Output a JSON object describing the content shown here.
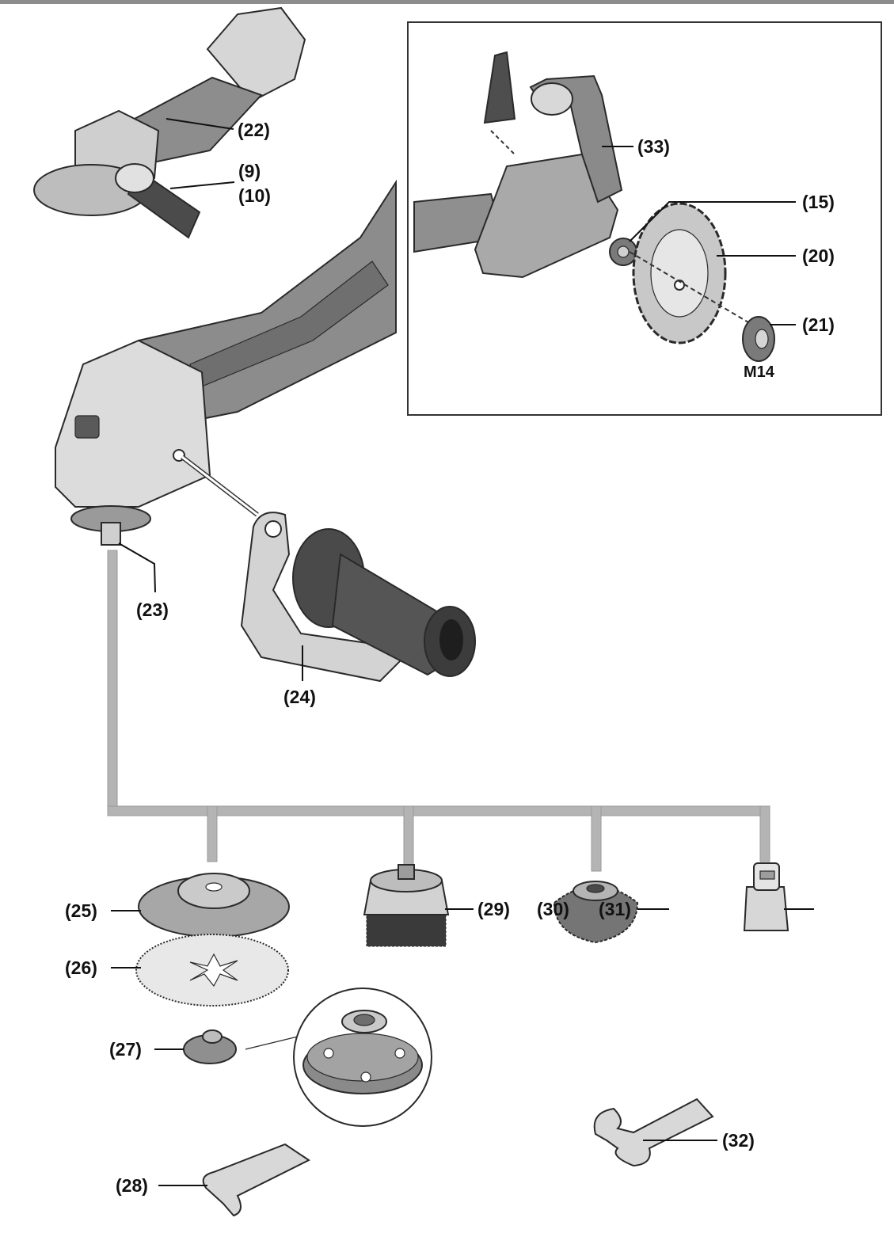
{
  "labels": {
    "l22": "(22)",
    "l9": "(9)",
    "l10": "(10)",
    "l33": "(33)",
    "l15": "(15)",
    "l20": "(20)",
    "l21": "(21)",
    "m14": "M14",
    "l23": "(23)",
    "l24": "(24)",
    "l25": "(25)",
    "l26": "(26)",
    "l27": "(27)",
    "l28": "(28)",
    "l29": "(29)",
    "l30": "(30)",
    "l31": "(31)",
    "l32": "(32)"
  },
  "colors": {
    "tool_body": "#8a8a8a",
    "tool_light": "#d9d9d9",
    "tool_dark": "#4a4a4a",
    "connector": "#b4b4b4",
    "inset_border": "#333333"
  }
}
